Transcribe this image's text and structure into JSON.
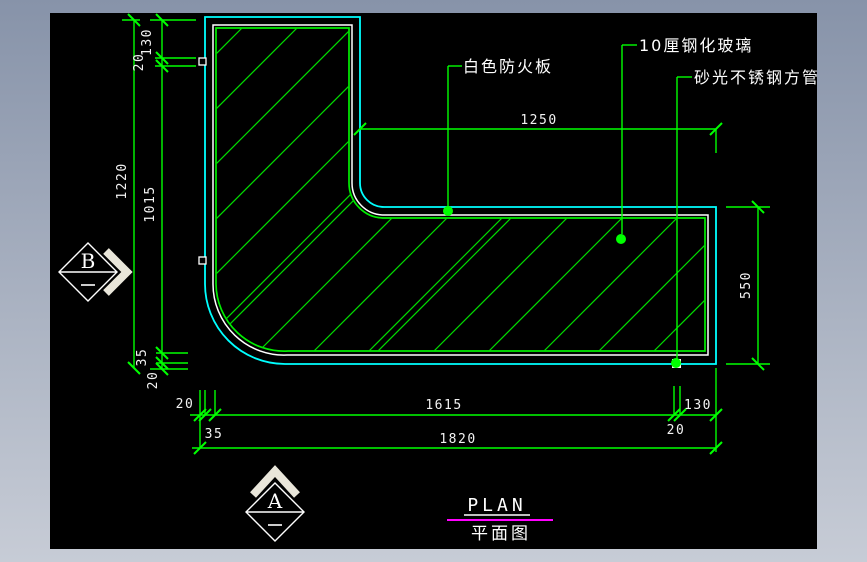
{
  "colors": {
    "frame_gradient_top": "#8793a9",
    "frame_gradient_bottom": "#c7ccd6",
    "canvas_background": "#000000",
    "counter_outer_cyan": "#00ffff",
    "counter_mid_white": "#ffffff",
    "counter_inner_green": "#00ff00",
    "dimension_green": "#00ff00",
    "dimension_text_white": "#f2f2f2",
    "title_underline_magenta": "#ff00ff",
    "marker_chevron_cream": "#e9e6da"
  },
  "annotations": {
    "fireproof_board": "白色防火板",
    "tempered_glass": "10厘钢化玻璃",
    "stainless_tube": "砂光不锈钢方管"
  },
  "dims": {
    "v_total": "1220",
    "v_inner": "1015",
    "v_top_130": "130",
    "v_top_20": "20",
    "v_bot_35": "35",
    "v_bot_20": "20",
    "h_top_1250": "1250",
    "v_right_550": "550",
    "h_bot_20_left": "20",
    "h_bot_35": "35",
    "h_bot_1615": "1615",
    "h_bot_20_right": "20",
    "h_bot_130": "130",
    "h_bot_1820": "1820"
  },
  "markers": {
    "b_letter": "B",
    "a_letter": "A"
  },
  "title": {
    "en": "PLAN",
    "zh": "平面图"
  }
}
